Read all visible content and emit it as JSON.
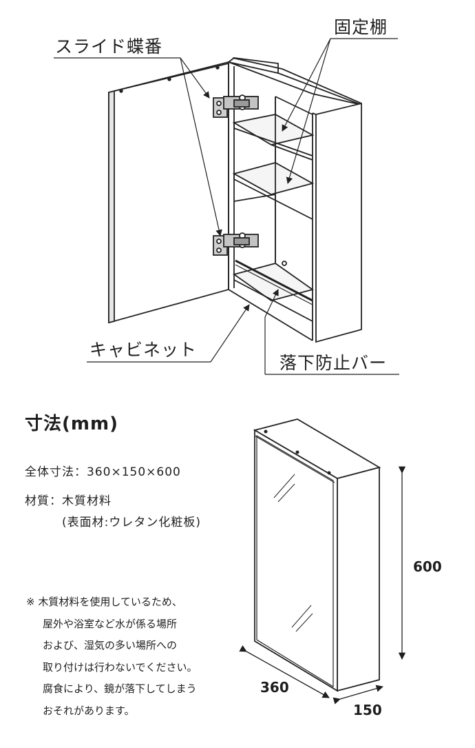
{
  "callouts": {
    "hinge": "スライド蝶番",
    "shelf": "固定棚",
    "cabinet": "キャビネット",
    "bar": "落下防止バー"
  },
  "dimensions_section": {
    "heading": "寸法(mm)",
    "overall_size": "全体寸法：360×150×600",
    "material": "材質：木質材料",
    "material_detail": "(表面材:ウレタン化粧板)"
  },
  "note": {
    "lines": [
      "※ 木質材料を使用しているため、",
      "屋外や浴室など水が係る場所",
      "および、湿気の多い場所への",
      "取り付けは行わないでください。",
      "腐食により、鏡が落下してしまう",
      "おそれがあります。"
    ]
  },
  "dimension_labels": {
    "height": "600",
    "width": "360",
    "depth": "150"
  }
}
